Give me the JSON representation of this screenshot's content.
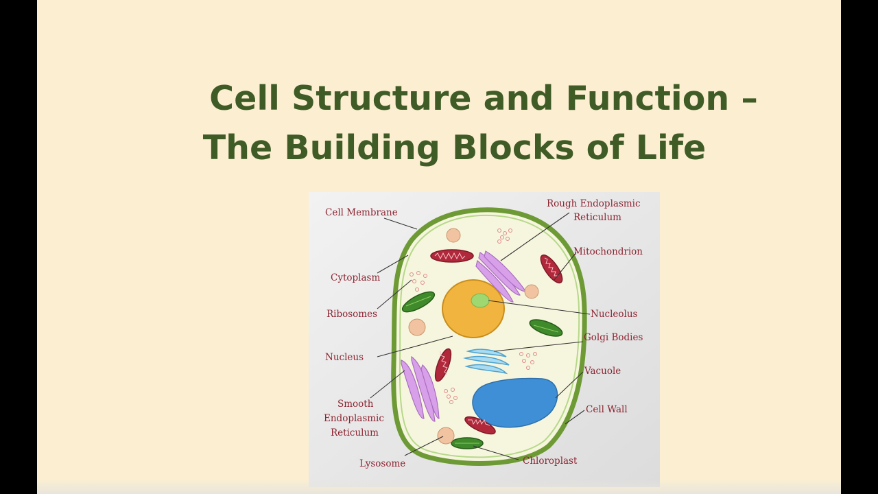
{
  "slide": {
    "title_line1": "Cell Structure and Function –",
    "title_line2": "The Building Blocks of Life"
  },
  "diagram": {
    "labels": {
      "cell_membrane": "Cell Membrane",
      "rough_er_1": "Rough Endoplasmic",
      "rough_er_2": "Reticulum",
      "mitochondrion": "Mitochondrion",
      "cytoplasm": "Cytoplasm",
      "ribosomes": "Ribosomes",
      "nucleolus": "Nucleolus",
      "golgi_bodies": "Golgi Bodies",
      "nucleus": "Nucleus",
      "vacuole": "Vacuole",
      "smooth_er_1": "Smooth",
      "smooth_er_2": "Endoplasmic",
      "smooth_er_3": "Reticulum",
      "cell_wall": "Cell Wall",
      "lysosome": "Lysosome",
      "chloroplast": "Chloroplast"
    },
    "colors": {
      "cell_wall": "#6d9a35",
      "cytoplasm": "#f6f6de",
      "nucleus": "#f1b43e",
      "nucleolus": "#9fd870",
      "vacuole": "#3f8fd6",
      "mitochondrion": "#b0283a",
      "chloroplast": "#3f8a2a",
      "er": "#d8a0e8",
      "lysosome": "#f2c3a0",
      "label": "#8c2431"
    }
  }
}
